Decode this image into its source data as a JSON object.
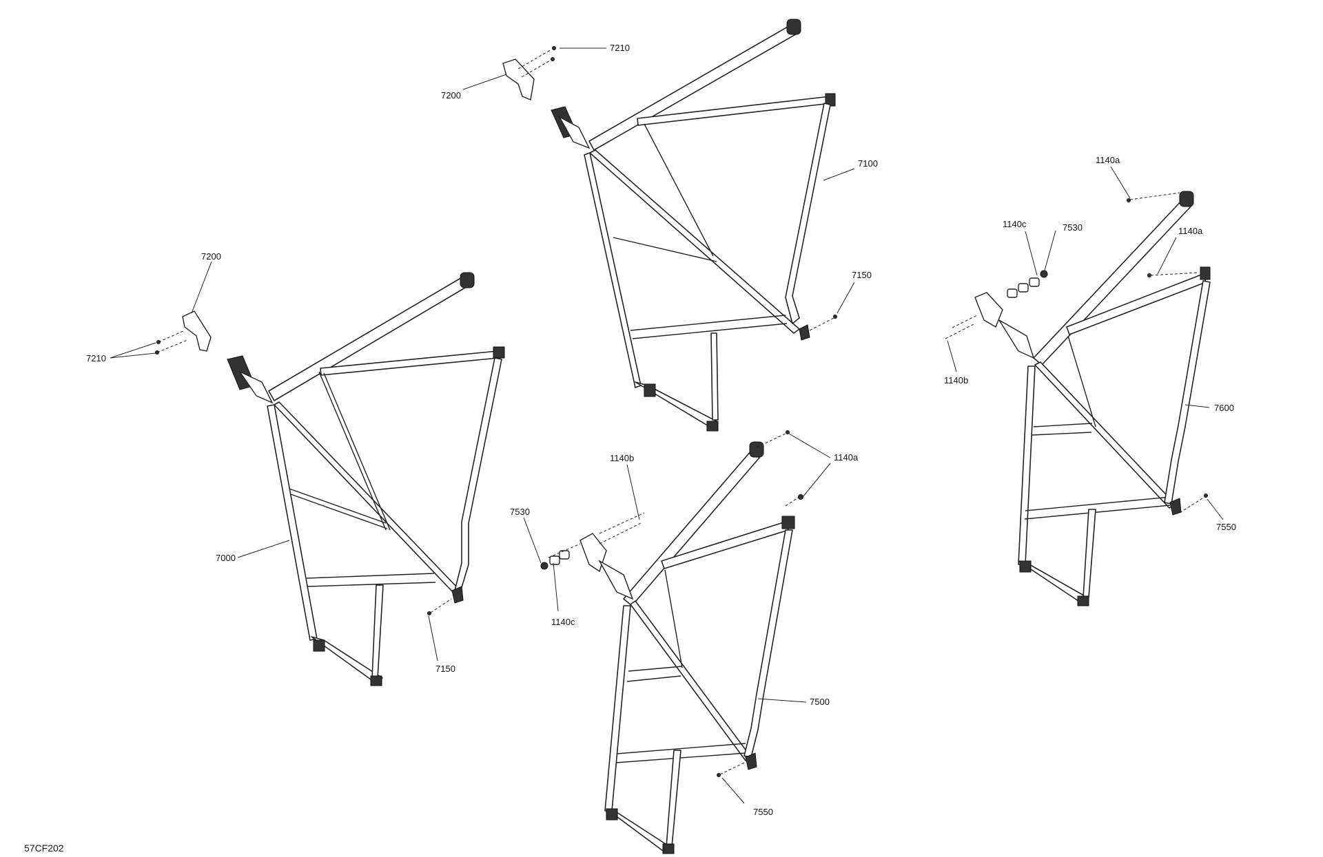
{
  "diagram": {
    "figure_code": "57CF202",
    "callouts": {
      "top_7210": "7210",
      "top_7200": "7200",
      "top_7100": "7100",
      "top_7150": "7150",
      "left_7200": "7200",
      "left_7210": "7210",
      "left_7000": "7000",
      "left_7150": "7150",
      "mid_1140b": "1140b",
      "mid_7530": "7530",
      "mid_1140c": "1140c",
      "mid_1140a": "1140a",
      "mid_7500": "7500",
      "mid_7550": "7550",
      "right_1140a_top": "1140a",
      "right_1140c": "1140c",
      "right_7530": "7530",
      "right_1140a": "1140a",
      "right_1140b": "1140b",
      "right_7600": "7600",
      "right_7550": "7550"
    }
  }
}
